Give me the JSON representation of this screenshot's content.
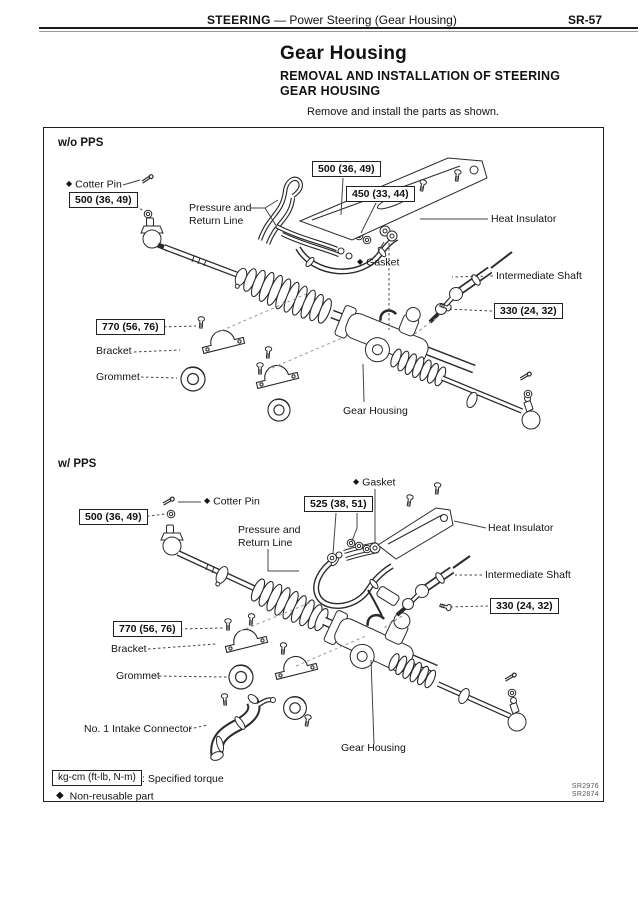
{
  "page": {
    "header": {
      "section": "STEERING",
      "subsection": " — Power Steering (Gear Housing)",
      "page_code": "SR-57"
    },
    "title": "Gear Housing",
    "heading_line1": "REMOVAL AND INSTALLATION OF STEERING",
    "heading_line2": "GEAR HOUSING",
    "instruction": "Remove and install the parts as shown."
  },
  "symbols": {
    "non_reusable": "◆"
  },
  "figure": {
    "without_pps": {
      "variant": "w/o PPS",
      "cotter_pin": "Cotter Pin",
      "torque_tie_rod_end": "500 (36, 49)",
      "pressure_line1": "Pressure and",
      "pressure_line2": "Return Line",
      "torque_pressure_line": "500 (36, 49)",
      "torque_return_line": "450 (33, 44)",
      "heat_insulator": "Heat Insulator",
      "gasket": "Gasket",
      "intermediate_shaft": "Intermediate Shaft",
      "torque_intermediate_shaft": "330 (24, 32)",
      "torque_bracket": "770 (56, 76)",
      "bracket": "Bracket",
      "grommet": "Grommet",
      "gear_housing": "Gear Housing"
    },
    "with_pps": {
      "variant": "w/ PPS",
      "cotter_pin": "Cotter Pin",
      "torque_tie_rod_end": "500 (36, 49)",
      "gasket": "Gasket",
      "torque_pressure_line": "525 (38, 51)",
      "pressure_line1": "Pressure and",
      "pressure_line2": "Return Line",
      "heat_insulator": "Heat Insulator",
      "intermediate_shaft": "Intermediate Shaft",
      "torque_intermediate_shaft": "330 (24, 32)",
      "torque_bracket": "770 (56, 76)",
      "bracket": "Bracket",
      "grommet": "Grommet",
      "intake_connector": "No. 1 Intake Connector",
      "gear_housing": "Gear Housing"
    },
    "legend": {
      "torque_unit_box": "kg-cm (ft-lb, N-m)",
      "torque_meaning": ":  Specified torque",
      "non_reusable_meaning": "Non-reusable part"
    },
    "figure_codes": [
      "SR2976",
      "SR2874"
    ]
  }
}
